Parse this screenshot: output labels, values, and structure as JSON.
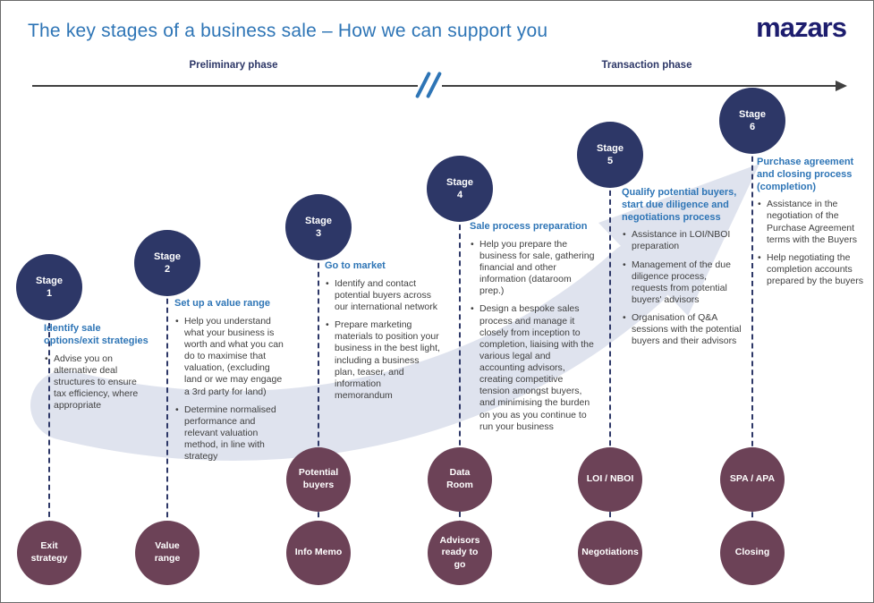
{
  "page": {
    "title": "The key stages of a business sale – How we can support you",
    "logo_text": "mazars"
  },
  "timeline": {
    "preliminary_label": "Preliminary phase",
    "transaction_label": "Transaction phase"
  },
  "stages": [
    {
      "label": "Stage",
      "number": "1",
      "heading": "Identify sale options/exit strategies",
      "bullets": [
        "Advise you on alternative deal structures to ensure tax efficiency, where appropriate"
      ]
    },
    {
      "label": "Stage",
      "number": "2",
      "heading": "Set up a value range",
      "bullets": [
        "Help you understand what your business is worth and what you can do to maximise that valuation, (excluding land or we may engage a 3rd party for land)",
        "Determine normalised performance and relevant valuation method, in line with strategy"
      ]
    },
    {
      "label": "Stage",
      "number": "3",
      "heading": "Go to market",
      "bullets": [
        "Identify and contact potential buyers across our international network",
        "Prepare marketing materials to position your business in the best light, including a business plan, teaser, and information memorandum"
      ]
    },
    {
      "label": "Stage",
      "number": "4",
      "heading": "Sale process preparation",
      "bullets": [
        "Help you prepare the business for sale, gathering financial and other information (dataroom prep.)",
        "Design a bespoke sales process and manage it closely from inception to completion, liaising with the various legal and accounting advisors, creating competitive tension amongst buyers, and minimising the burden on you as you continue to run your business"
      ]
    },
    {
      "label": "Stage",
      "number": "5",
      "heading": "Qualify potential buyers, start due diligence and negotiations process",
      "bullets": [
        "Assistance in LOI/NBOI preparation",
        "Management of the due diligence process, requests from potential buyers' advisors",
        "Organisation of Q&A sessions with the potential buyers and their advisors"
      ]
    },
    {
      "label": "Stage",
      "number": "6",
      "heading": "Purchase agreement and closing process (completion)",
      "bullets": [
        "Assistance in the negotiation of the Purchase Agreement terms with the Buyers",
        "Help negotiating the completion accounts prepared by the buyers"
      ]
    }
  ],
  "mid_milestones": [
    {
      "label": "Potential buyers"
    },
    {
      "label": "Data Room"
    },
    {
      "label": "LOI / NBOI"
    },
    {
      "label": "SPA / APA"
    }
  ],
  "bottom_milestones": [
    {
      "label": "Exit strategy"
    },
    {
      "label": "Value range"
    },
    {
      "label": "Info Memo"
    },
    {
      "label": "Advisors ready to go"
    },
    {
      "label": "Negotiations"
    },
    {
      "label": "Closing"
    }
  ],
  "colors": {
    "title_blue": "#2e75b6",
    "stage_navy": "#2d3767",
    "milestone_plum": "#6c4257",
    "swoosh_gray": "#dfe3ee",
    "logo_navy": "#1d1d6e"
  }
}
